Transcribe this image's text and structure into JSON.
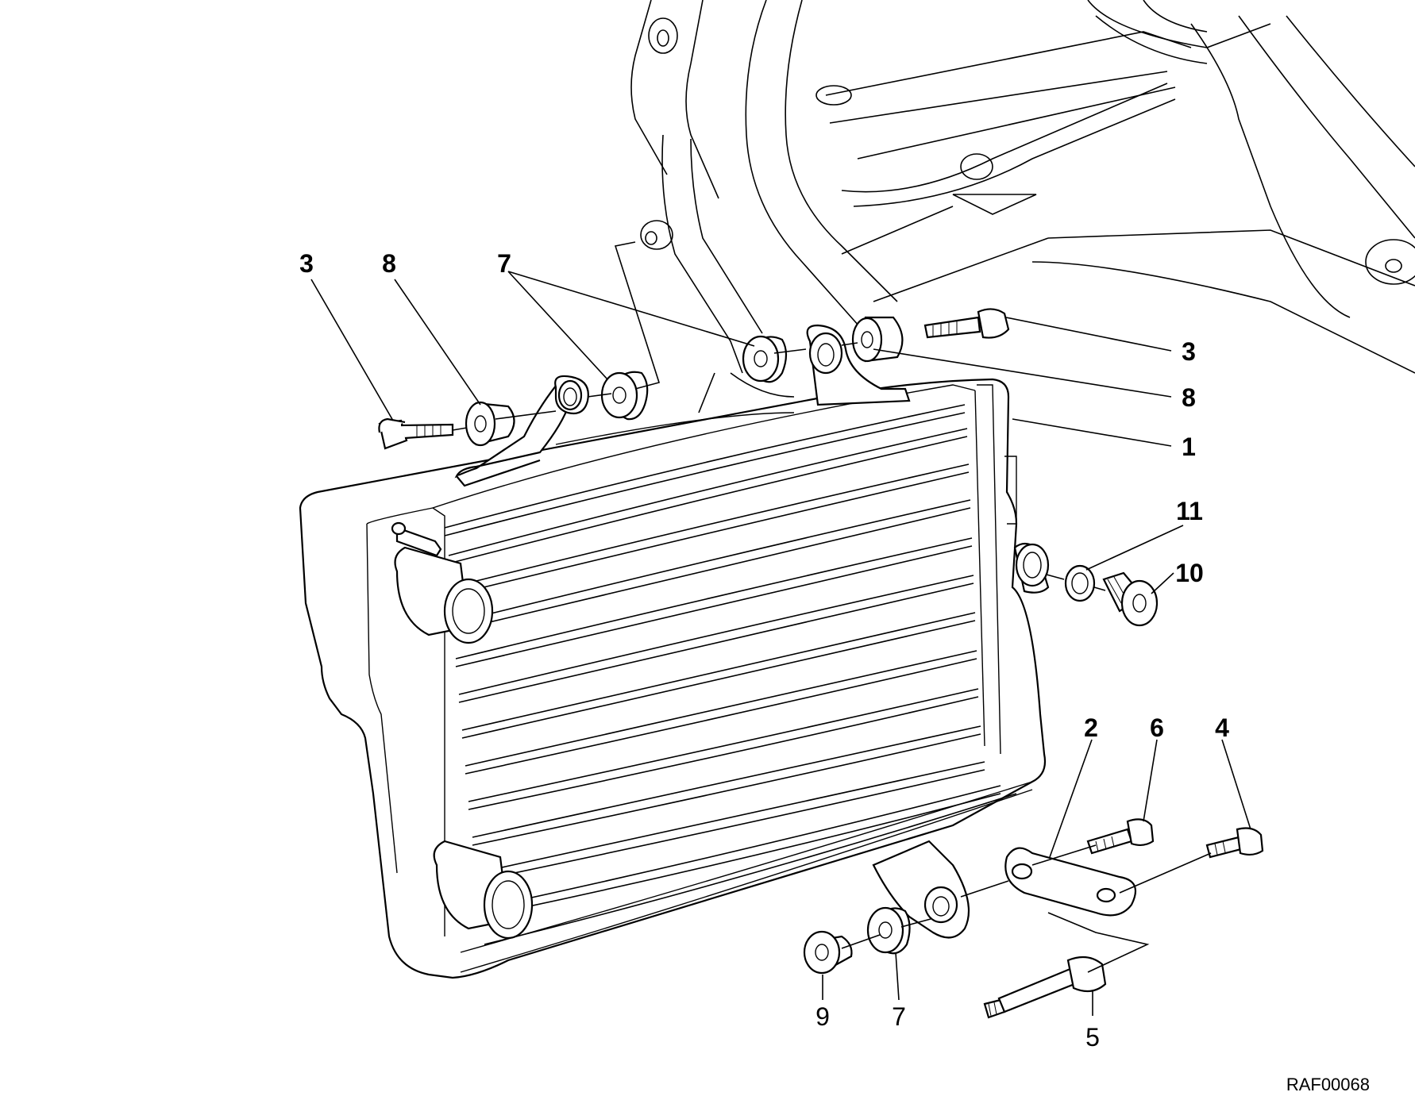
{
  "labels": {
    "l1": "1",
    "l2": "2",
    "l3a": "3",
    "l3b": "3",
    "l4": "4",
    "l5": "5",
    "l6": "6",
    "l7a": "7",
    "l7b": "7",
    "l8a": "8",
    "l8b": "8",
    "l9": "9",
    "l10": "10",
    "l11": "11"
  },
  "reference_code": "RAF00068"
}
